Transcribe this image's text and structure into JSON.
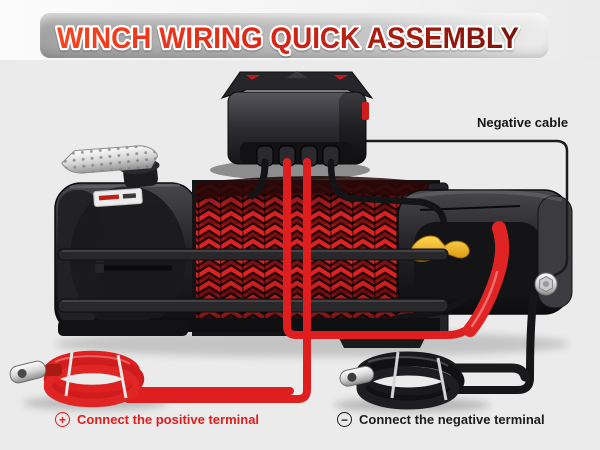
{
  "title": "WINCH WIRING QUICK ASSEMBLY",
  "callouts": {
    "negative_cable_label": "Negative cable"
  },
  "legend": {
    "positive": {
      "icon_glyph": "+",
      "icon": "plus-circle-icon",
      "text": "Connect the positive terminal"
    },
    "negative": {
      "icon_glyph": "−",
      "icon": "minus-circle-icon",
      "text": "Connect the negative terminal"
    }
  },
  "colors": {
    "background": "#ebebeb",
    "banner_silver": "#b4b4b4",
    "title_red_light": "#f5411f",
    "title_red_dark": "#7a150c",
    "positive_red": "#df1d1d",
    "cable_black": "#17171a",
    "rope_red": "#dd2222",
    "clutch_lever_yellow": "#f2b722",
    "label_black": "#151515"
  }
}
